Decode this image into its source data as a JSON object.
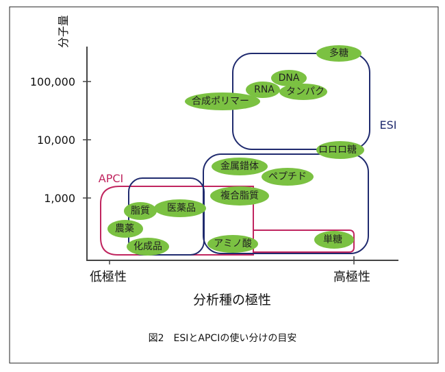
{
  "y_axis": {
    "label": "分子量",
    "ticks": [
      "100,000",
      "10,000",
      "1,000"
    ]
  },
  "x_axis": {
    "label": "分析種の極性",
    "ticks": [
      "低極性",
      "高極性"
    ]
  },
  "regions": {
    "esi": "ESI",
    "apci": "APCI",
    "esi_color": "#1f2a6e",
    "apci_color": "#c0245e"
  },
  "bubbles": {
    "tato": "多糖",
    "dna": "DNA",
    "rna": "RNA",
    "tanpaku": "タンパク",
    "polymer": "合成ポリマー",
    "sugar": "ロロロ糖",
    "metal": "金属錯体",
    "peptide": "ペプチド",
    "complex_lipid": "複合脂質",
    "lipid": "脂質",
    "drug": "医薬品",
    "pesticide": "農薬",
    "chemical": "化成品",
    "amino": "アミノ酸",
    "mono": "単糖"
  },
  "caption": "図2　ESIとAPCIの使い分けの目安"
}
